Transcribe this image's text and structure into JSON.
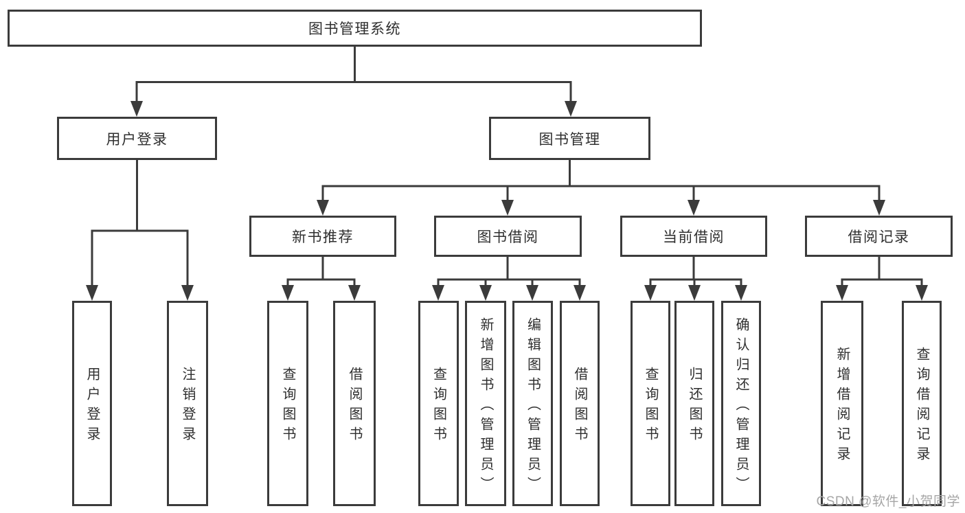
{
  "diagram_title": "图书管理系统",
  "tree": {
    "root": {
      "label": "图书管理系统"
    },
    "children": [
      {
        "label": "用户登录",
        "children": [
          {
            "label": "用户登录"
          },
          {
            "label": "注销登录"
          }
        ]
      },
      {
        "label": "图书管理",
        "children": [
          {
            "label": "新书推荐",
            "children": [
              {
                "label": "查询图书"
              },
              {
                "label": "借阅图书"
              }
            ]
          },
          {
            "label": "图书借阅",
            "children": [
              {
                "label": "查询图书"
              },
              {
                "label": "新增图书（管理员）"
              },
              {
                "label": "编辑图书（管理员）"
              },
              {
                "label": "借阅图书"
              }
            ]
          },
          {
            "label": "当前借阅",
            "children": [
              {
                "label": "查询图书"
              },
              {
                "label": "归还图书"
              },
              {
                "label": "确认归还（管理员）"
              }
            ]
          },
          {
            "label": "借阅记录",
            "children": [
              {
                "label": "新增借阅记录"
              },
              {
                "label": "查询借阅记录"
              }
            ]
          }
        ]
      }
    ]
  },
  "watermark": {
    "text": "CSDN @软件_小贺同学"
  },
  "colors": {
    "line-color": "#3b3b3b",
    "text-color": "#2f2f2f",
    "watermark-color": "#a6a6a6",
    "bg-color": "#ffffff"
  }
}
